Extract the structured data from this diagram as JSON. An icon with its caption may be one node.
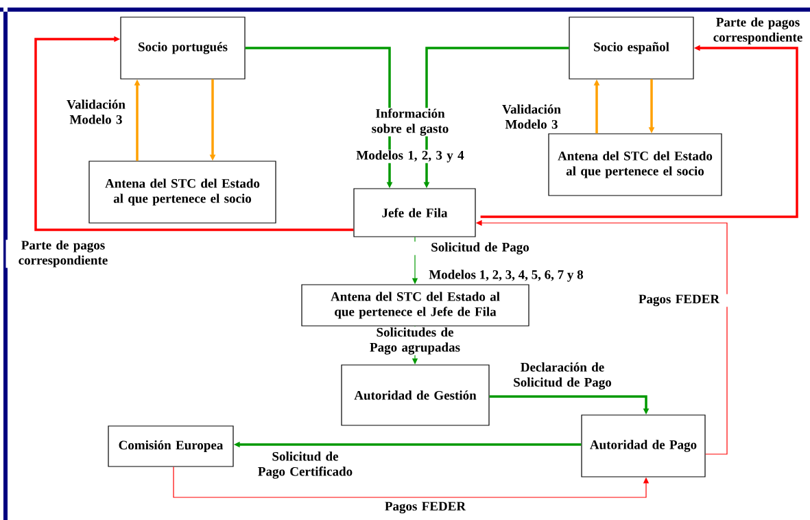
{
  "diagram": {
    "nodes": [
      {
        "text": [
          "Socio portugués"
        ]
      },
      {
        "text": [
          "Antena del STC del Estado al que pertenece el socio"
        ]
      },
      {
        "text": [
          "Socio español"
        ]
      },
      {
        "text": [
          "Antena del STC del Estado al que pertenece el socio"
        ]
      },
      {
        "text": [
          "Jefe de Fila"
        ]
      },
      {
        "text": [
          "Antena del STC del Estado al que pertenece el Jefe de Fila"
        ]
      },
      {
        "text": [
          "Autoridad de Gestión"
        ]
      },
      {
        "text": [
          "Comisión Europea"
        ]
      },
      {
        "text": [
          "Autoridad de Pago"
        ]
      }
    ],
    "edges": [
      {
        "from": 0,
        "to": 4,
        "arrow": "to",
        "label": "Información sobre el gasto",
        "color": "#009900"
      },
      {
        "from": 2,
        "to": 4,
        "arrow": "to",
        "label": "Modelos 1, 2, 3 y 4",
        "color": "#009900"
      },
      {
        "from": 1,
        "to": 0,
        "arrow": "to",
        "label": "Validación Modelo 3",
        "color": "#ffa000"
      },
      {
        "from": 0,
        "to": 1,
        "arrow": "to",
        "color": "#ffa000"
      },
      {
        "from": 3,
        "to": 2,
        "arrow": "to",
        "label": "Validación Modelo 3",
        "color": "#ffa000"
      },
      {
        "from": 2,
        "to": 3,
        "arrow": "to",
        "color": "#ffa000"
      },
      {
        "from": 4,
        "to": 0,
        "arrow": "to",
        "label": "Parte de pagos correspondiente",
        "color": "#ff0000"
      },
      {
        "from": 4,
        "to": 2,
        "arrow": "to",
        "label": "Parte de pagos correspondiente",
        "color": "#ff0000"
      },
      {
        "from": 4,
        "to": 5,
        "arrow": "to",
        "label": "Solicitud de Pago",
        "color": "#009900"
      },
      {
        "from": 5,
        "to": 6,
        "arrow": "to",
        "label": "Solicitudes de Pago agrupadas",
        "color": "#009900"
      },
      {
        "from": 6,
        "to": 8,
        "arrow": "to",
        "label": "Declaración de Solicitud de Pago",
        "color": "#009900"
      },
      {
        "from": 8,
        "to": 7,
        "arrow": "to",
        "label": "Solicitud de Pago Certificado",
        "color": "#009900"
      },
      {
        "from": 8,
        "to": 4,
        "arrow": "to",
        "label": "Pagos FEDER",
        "color": "#ff0000"
      },
      {
        "from": 7,
        "to": 8,
        "arrow": "to",
        "label": "Pagos FEDER",
        "color": "#ff0000"
      }
    ],
    "labels": [
      "Modelos 1, 2, 3, 4, 5, 6, 7 y 8"
    ]
  }
}
